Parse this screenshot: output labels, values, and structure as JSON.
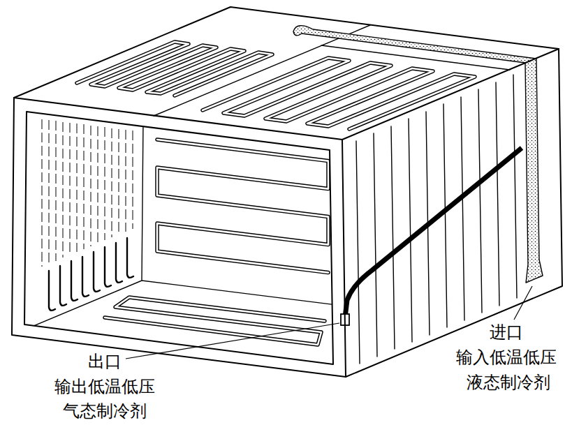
{
  "diagram": {
    "labels": [
      "出口",
      "输出低温低压",
      "气态制冷剂",
      "进口",
      "输入低温低压",
      "液态制冷剂"
    ]
  }
}
